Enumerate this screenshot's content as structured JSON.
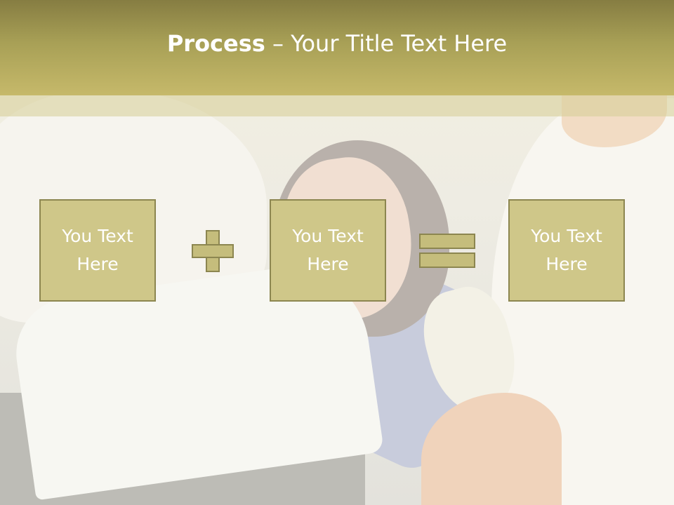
{
  "slide": {
    "title_strong": "Process",
    "title_rest": " – Your Title Text Here"
  },
  "boxes": [
    {
      "text": "You Text Here"
    },
    {
      "text": "You Text Here"
    },
    {
      "text": "You Text Here"
    }
  ],
  "operators": [
    "plus-icon",
    "equals-icon"
  ],
  "colors": {
    "title_bar_top": "#867d42",
    "title_bar_bottom": "#c6b96a",
    "box_fill": "#cfc789",
    "box_border": "#8c8650",
    "text": "#ffffff"
  }
}
